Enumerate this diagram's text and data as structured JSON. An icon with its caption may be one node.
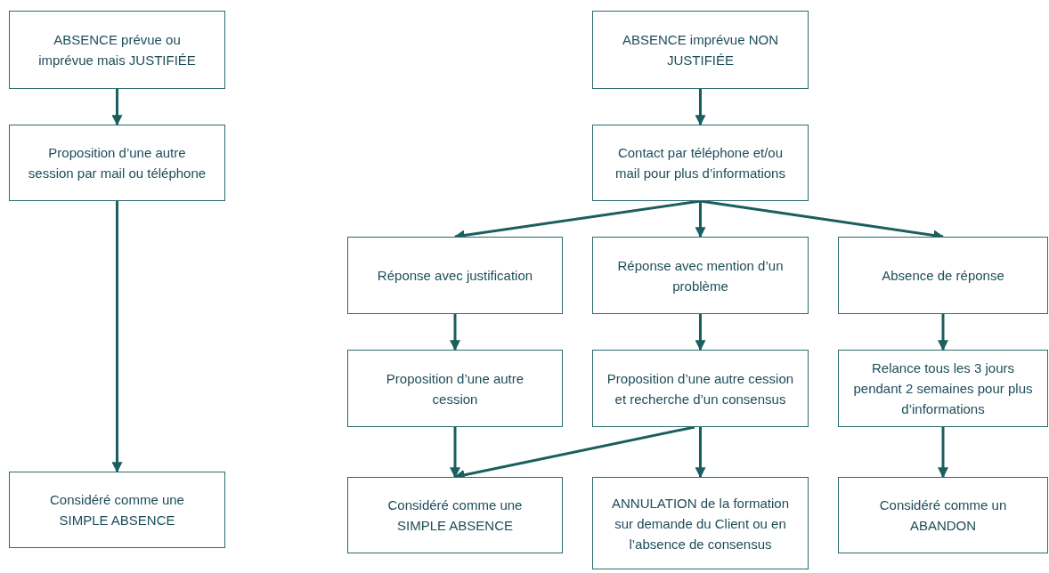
{
  "diagram": {
    "nodes": [
      {
        "text": [
          "ABSENCE prévue ou imprévue mais JUSTIFIÉE"
        ]
      },
      {
        "text": [
          "Proposition d’une autre session par mail ou téléphone"
        ]
      },
      {
        "text": [
          "Considéré comme une SIMPLE ABSENCE"
        ]
      },
      {
        "text": [
          "ABSENCE imprévue NON JUSTIFIÉE"
        ]
      },
      {
        "text": [
          "Contact par téléphone et/ou mail pour plus d’informations"
        ]
      },
      {
        "text": [
          "Réponse avec justification"
        ]
      },
      {
        "text": [
          "Réponse avec mention d’un problème"
        ]
      },
      {
        "text": [
          "Absence de réponse"
        ]
      },
      {
        "text": [
          "Proposition d’une autre cession"
        ]
      },
      {
        "text": [
          "Proposition d’une autre cession et recherche d’un consensus"
        ]
      },
      {
        "text": [
          "Relance tous les 3 jours pendant 2 semaines pour plus d’informations"
        ]
      },
      {
        "text": [
          "Considéré comme une SIMPLE ABSENCE"
        ]
      },
      {
        "text": [
          "ANNULATION de la formation sur demande du Client ou en l’absence de consensus"
        ]
      },
      {
        "text": [
          "Considéré comme un ABANDON"
        ]
      }
    ],
    "edges": [
      {
        "from": 0,
        "to": 1,
        "arrow": "to"
      },
      {
        "from": 1,
        "to": 2,
        "arrow": "to"
      },
      {
        "from": 3,
        "to": 4,
        "arrow": "to"
      },
      {
        "from": 4,
        "to": 5,
        "arrow": "to"
      },
      {
        "from": 4,
        "to": 6,
        "arrow": "to"
      },
      {
        "from": 4,
        "to": 7,
        "arrow": "to"
      },
      {
        "from": 5,
        "to": 8,
        "arrow": "to"
      },
      {
        "from": 6,
        "to": 9,
        "arrow": "to"
      },
      {
        "from": 7,
        "to": 10,
        "arrow": "to"
      },
      {
        "from": 8,
        "to": 11,
        "arrow": "to"
      },
      {
        "from": 9,
        "to": 11,
        "arrow": "to"
      },
      {
        "from": 9,
        "to": 12,
        "arrow": "to"
      },
      {
        "from": 10,
        "to": 13,
        "arrow": "to"
      }
    ]
  }
}
